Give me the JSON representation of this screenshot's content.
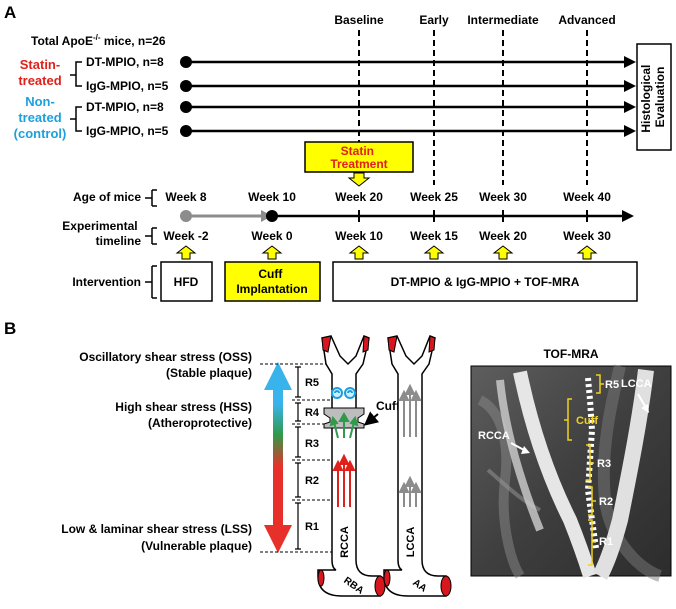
{
  "panel_a": {
    "label": "A",
    "total_prefix": "Total ApoE",
    "total_sup": "-/-",
    "total_suffix": " mice, n=26",
    "phases": [
      "Baseline",
      "Early",
      "Intermediate",
      "Advanced"
    ],
    "groups": [
      {
        "line1": "Statin-",
        "line2": "treated",
        "color": "#e0201b"
      },
      {
        "line1": "Non-",
        "line2": "treated",
        "line3": "(control)",
        "color": "#1ea0dc"
      }
    ],
    "rows": [
      "DT-MPIO, n=8",
      "IgG-MPIO, n=5",
      "DT-MPIO, n=8",
      "IgG-MPIO, n=5"
    ],
    "histology": [
      "Histological",
      "Evaluation"
    ],
    "statin_box": [
      "Statin",
      "Treatment"
    ],
    "statin_text_color": "#e0201b",
    "box_fill": "#ffff00",
    "age_label": "Age of mice",
    "ages": [
      "Week 8",
      "Week 10",
      "Week 20",
      "Week 25",
      "Week 30",
      "Week 40"
    ],
    "timeline_label": [
      "Experimental",
      "timeline"
    ],
    "timeline_weeks": [
      "Week -2",
      "Week 0",
      "Week 10",
      "Week 15",
      "Week 20",
      "Week 30"
    ],
    "intervention_label": "Intervention",
    "interventions": [
      "HFD",
      "Cuff Implantation",
      "DT-MPIO & IgG-MPIO + TOF-MRA"
    ],
    "interventions_display": [
      "HFD",
      [
        "Cuff",
        "Implantation"
      ],
      "DT-MPIO & IgG-MPIO + TOF-MRA"
    ]
  },
  "panel_b": {
    "label": "B",
    "stress": [
      {
        "title": "Oscillatory shear stress (OSS)",
        "sub": "(Stable plaque)"
      },
      {
        "title": "High shear stress (HSS)",
        "sub": "(Atheroprotective)"
      },
      {
        "title": "Low & laminar shear stress (LSS)",
        "sub": "(Vulnerable plaque)"
      }
    ],
    "gradient_colors": [
      "#39b3ec",
      "#2f9a4a",
      "#e8302a"
    ],
    "regions": [
      "R5",
      "R4",
      "R3",
      "R2",
      "R1"
    ],
    "cuff": "Cuff",
    "vessel1": "RCCA",
    "vessel1_base": "RBA",
    "vessel2": "LCCA",
    "vessel2_base": "AA",
    "mra_title": "TOF-MRA",
    "mra_labels": {
      "r5": "R5",
      "cuff": "Cuff",
      "r3": "R3",
      "r2": "R2",
      "r1": "R1",
      "lcca": "LCCA",
      "rcca": "RCCA"
    },
    "bracket_color": "#f2d21b"
  }
}
